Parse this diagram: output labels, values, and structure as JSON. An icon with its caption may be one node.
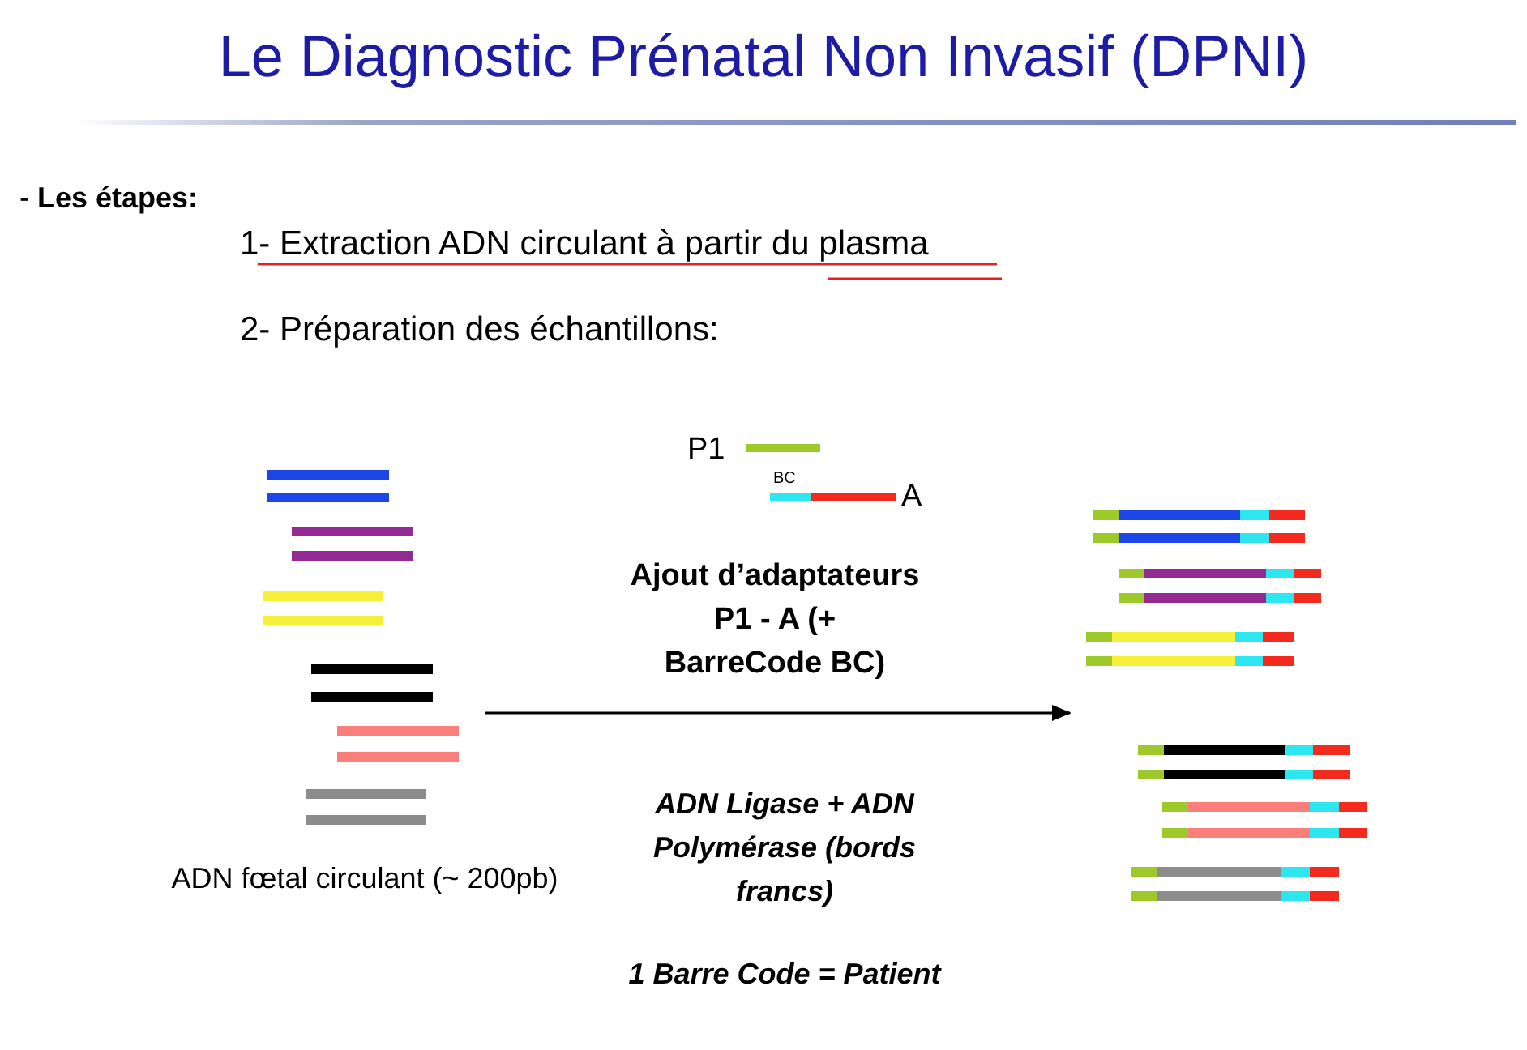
{
  "diagram": {
    "title": "Le Diagnostic Prénatal Non Invasif (DPNI)",
    "nodes": [
      {
        "text": [],
        "shape": "picture",
        "beside": [
          "ADN fœtal circulant (~ 200pb)"
        ]
      },
      {
        "text": [],
        "shape": "picture"
      }
    ],
    "edges": [
      {
        "from": 0,
        "to": 1,
        "arrow": "to",
        "label": "Ajout d’adaptateurs P1 - A (+ BarreCode BC)"
      }
    ],
    "labels": [
      "- **Les étapes:**",
      "1- Extraction ADN circulant à partir du plasma",
      "2- Préparation des échantillons:",
      "P1",
      "BC",
      "A",
      "ADN Ligase + ADN Polymérase (bords francs)",
      "1 Barre Code = Patient"
    ]
  }
}
